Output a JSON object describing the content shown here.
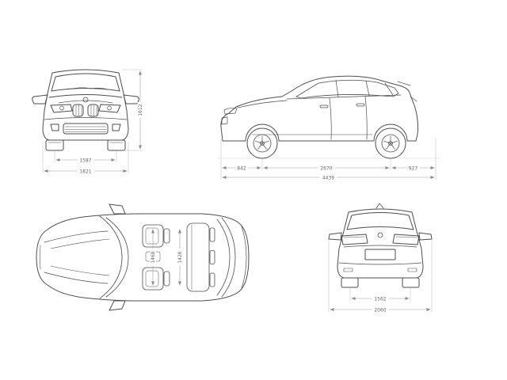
{
  "colors": {
    "car_line": "#4d4d4d",
    "dimension_line": "#a0a0a0",
    "dimension_text": "#666666",
    "background": "#ffffff"
  },
  "dims": {
    "front": {
      "height": "1612",
      "track": "1587",
      "width": "1821"
    },
    "side": {
      "front_overhang": "842",
      "wheelbase": "2670",
      "rear_overhang": "927",
      "length": "4439"
    },
    "top": {
      "width_a": "1468",
      "width_b": "1426"
    },
    "rear": {
      "track": "1562",
      "width": "2060"
    }
  }
}
